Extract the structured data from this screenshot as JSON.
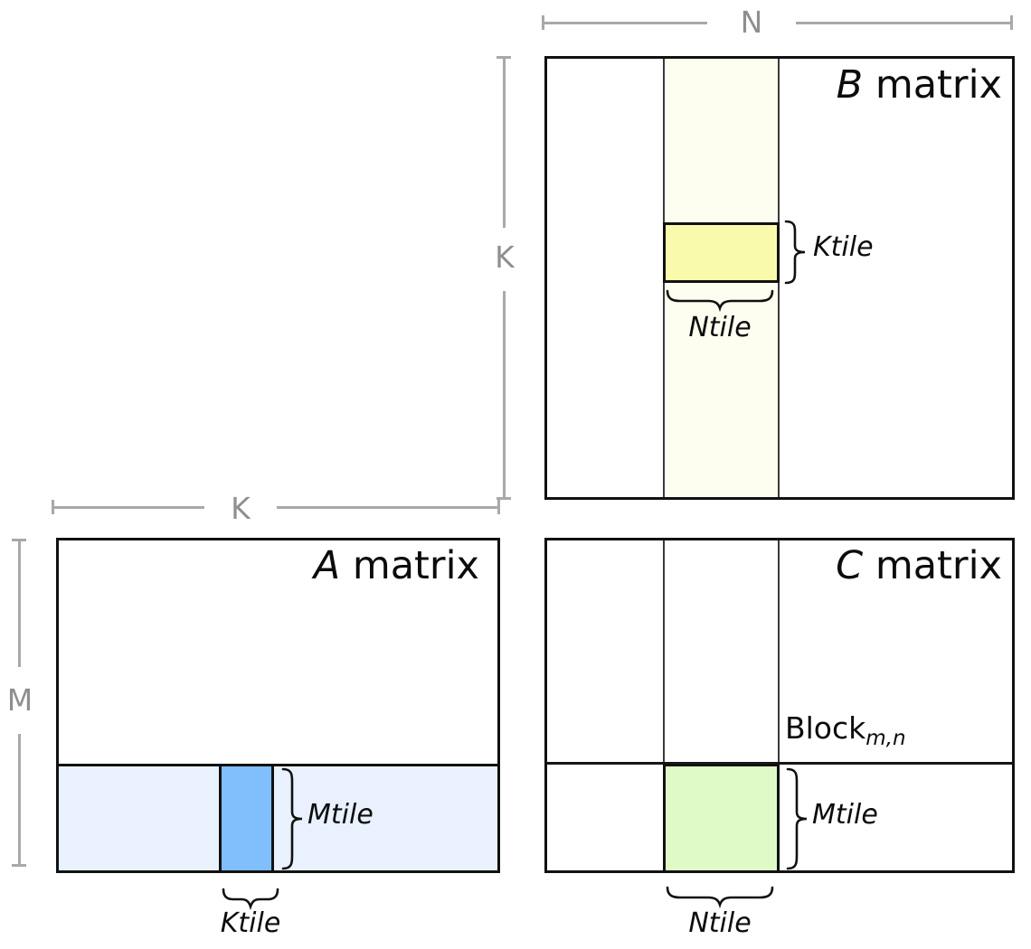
{
  "colors": {
    "background": "#ffffff",
    "border": "#111111",
    "dim_line": "#a9a9a9",
    "dim_text": "#8f8f8f",
    "b_column": "#fdfdf0",
    "ktile_block": "#fafaad",
    "a_row": "#e8f1fd",
    "mtile_block": "#80bffb",
    "c_block": "#dffac6"
  },
  "dimensions": {
    "n_label": "N",
    "k_label_b": "K",
    "k_label_a": "K",
    "m_label": "M"
  },
  "matrix_b": {
    "name_letter": "B",
    "name_suffix": " matrix",
    "ktile_label": "Ktile",
    "ntile_label": "Ntile"
  },
  "matrix_a": {
    "name_letter": "A",
    "name_suffix": " matrix",
    "mtile_label": "Mtile",
    "ktile_label": "Ktile"
  },
  "matrix_c": {
    "name_letter": "C",
    "name_suffix": " matrix",
    "block_label": "Block",
    "block_subscript": "m,n",
    "mtile_label": "Mtile",
    "ntile_label": "Ntile"
  }
}
